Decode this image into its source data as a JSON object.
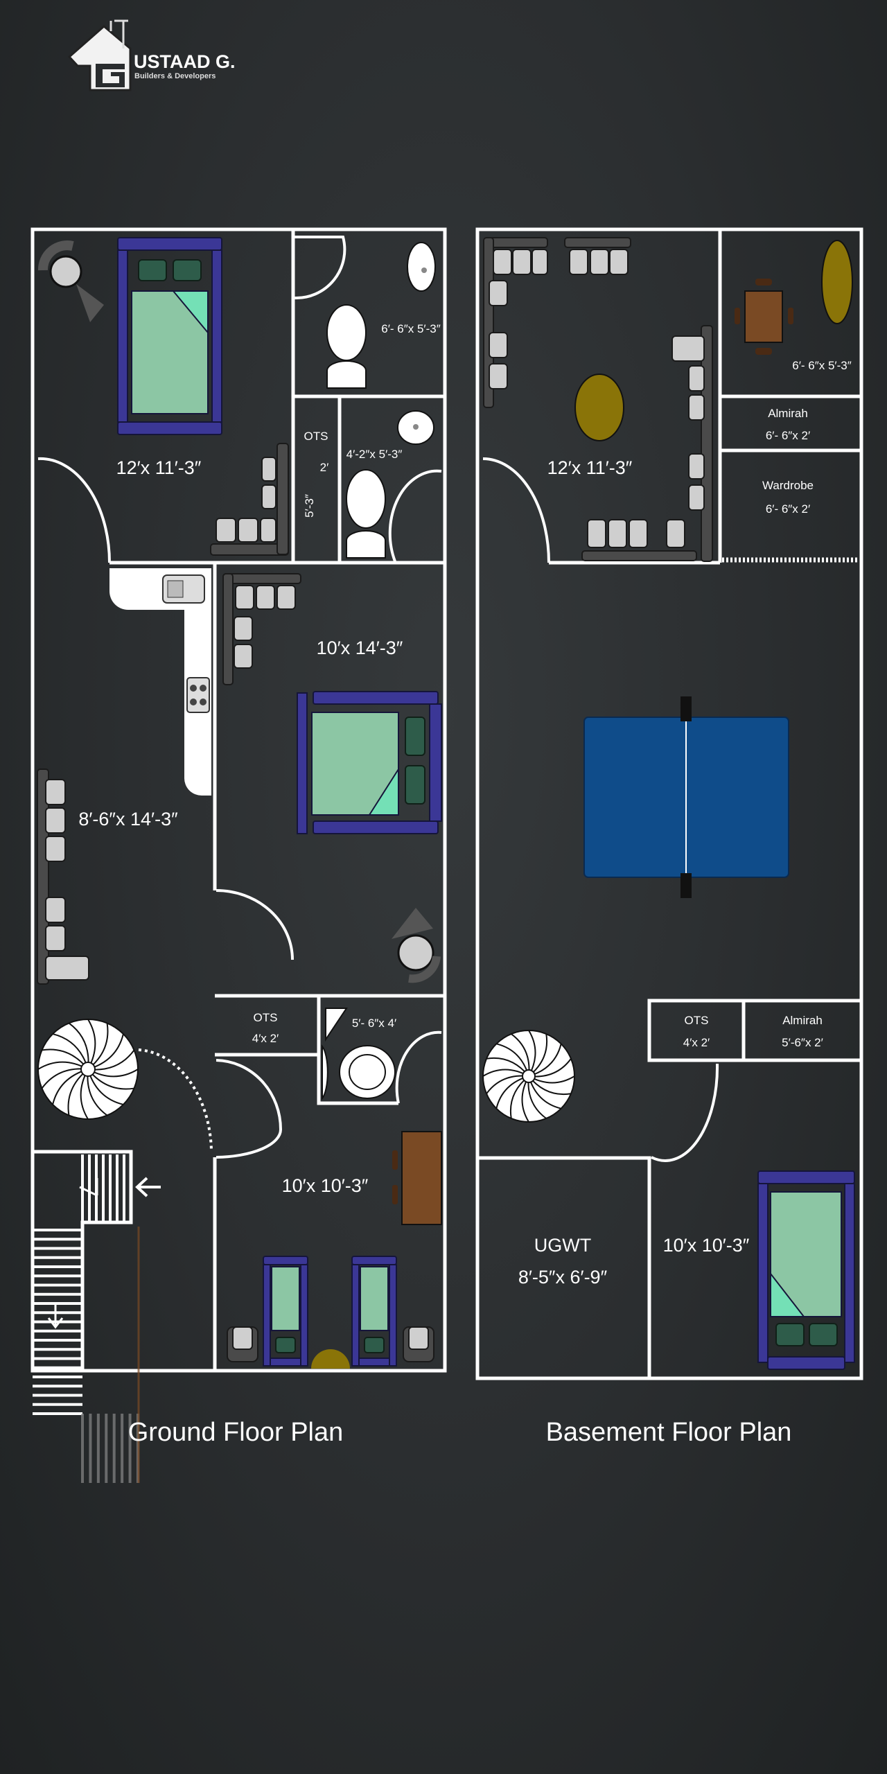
{
  "logo": {
    "brand": "USTAAD G.",
    "tagline": "Builders & Developers"
  },
  "ground_floor": {
    "title": "Ground Floor Plan",
    "rooms": {
      "bedroom_top": "12′x 11′-3″",
      "bath_top": "6′- 6″x 5′-3″",
      "ots_top_label": "OTS",
      "ots_top_width": "2′",
      "ots_top_length": "5′-3″",
      "bath_middle": "4′-2″x 5′-3″",
      "bedroom_middle": "10′x 14′-3″",
      "lounge": "8′-6″x 14′-3″",
      "ots_bottom_label": "OTS",
      "ots_bottom_size": "4′x 2′",
      "bath_bottom": "5′- 6″x 4′",
      "bedroom_bottom": "10′x 10′-3″"
    }
  },
  "basement": {
    "title": "Basement Floor Plan",
    "rooms": {
      "hall_top": "12′x 11′-3″",
      "bath_top": "6′- 6″x 5′-3″",
      "almirah_top_label": "Almirah",
      "almirah_top_size": "6′- 6″x 2′",
      "wardrobe_label": "Wardrobe",
      "wardrobe_size": "6′- 6″x 2′",
      "ots_label": "OTS",
      "ots_size": "4′x 2′",
      "almirah_bottom_label": "Almirah",
      "almirah_bottom_size": "5′-6″x 2′",
      "ugwt_label": "UGWT",
      "ugwt_size": "8′-5″x 6′-9″",
      "bedroom": "10′x 10′-3″"
    }
  },
  "colors": {
    "wall": "#ffffff",
    "bed_frame": "#3b3796",
    "mattress": "#8cc6a4",
    "table_tennis": "#0f4c8a",
    "wood": "#7a4a24",
    "mustard": "#8a7408"
  }
}
